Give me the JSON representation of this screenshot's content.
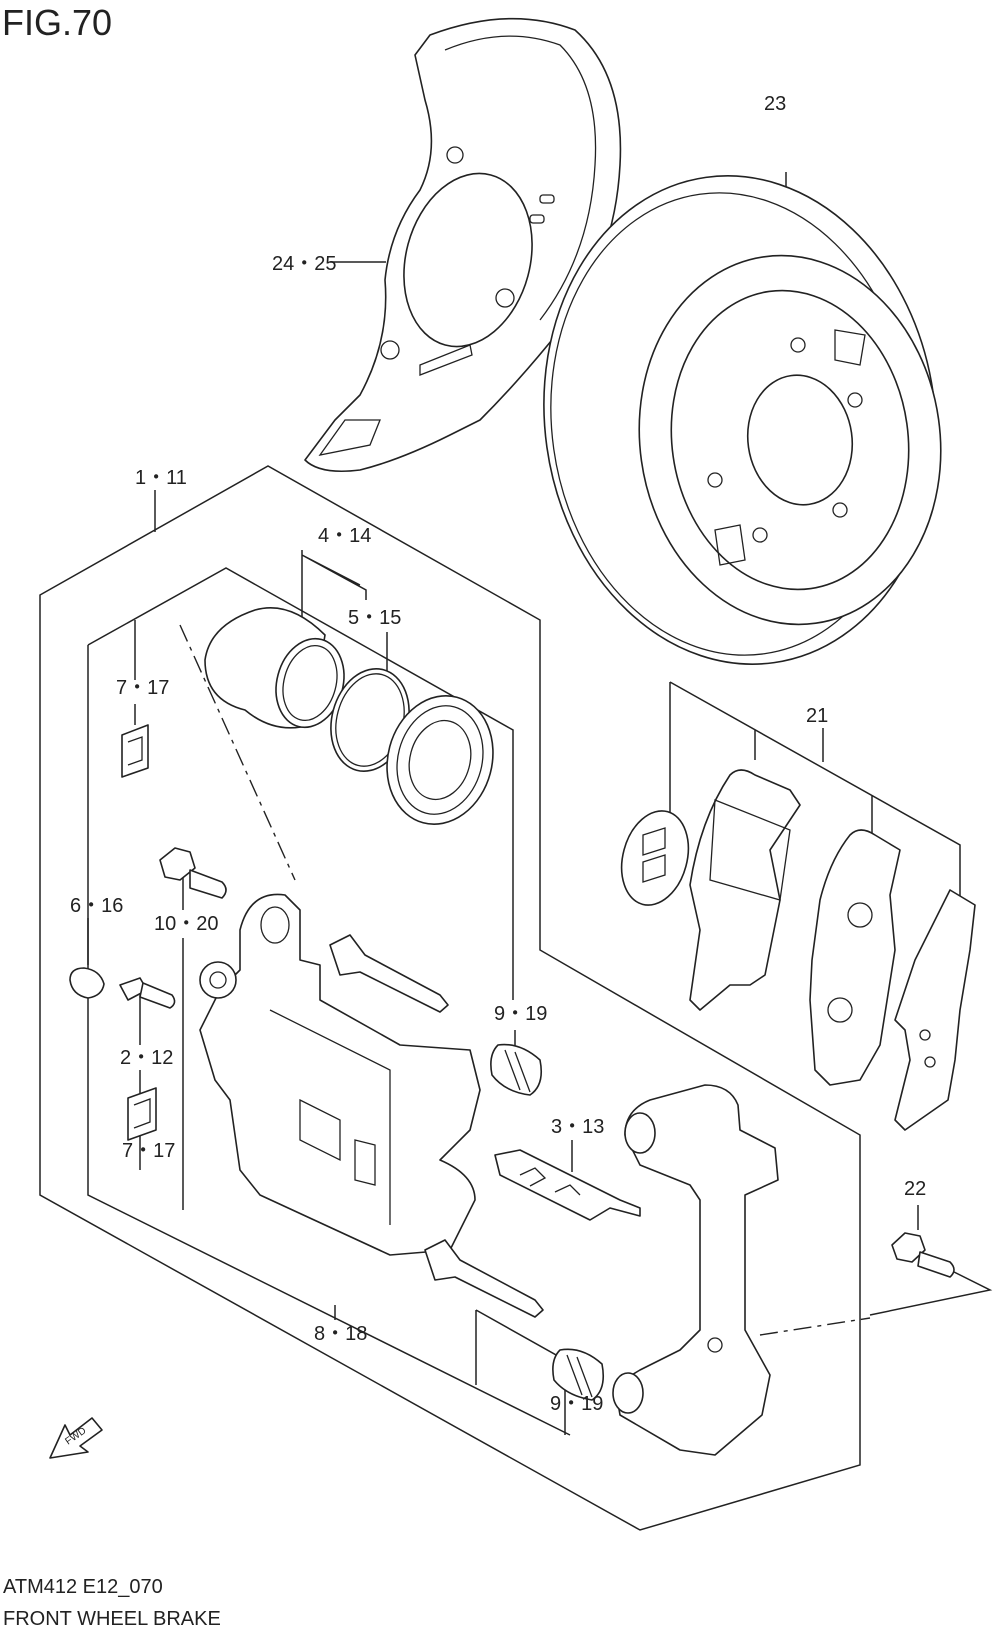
{
  "figure_title": "FIG.70",
  "footer": {
    "code": "ATM412 E12_070",
    "name": "FRONT WHEEL BRAKE"
  },
  "fwd_label": "FWD",
  "callouts": {
    "c23": "23",
    "c24_25": "24・25",
    "c1_11": "1・11",
    "c4_14": "4・14",
    "c5_15": "5・15",
    "c7_17_top": "7・17",
    "c21": "21",
    "c6_16": "6・16",
    "c10_20": "10・20",
    "c9_19_top": "9・19",
    "c2_12": "2・12",
    "c3_13": "3・13",
    "c7_17_bottom": "7・17",
    "c22": "22",
    "c8_18": "8・18",
    "c9_19_bottom": "9・19"
  }
}
